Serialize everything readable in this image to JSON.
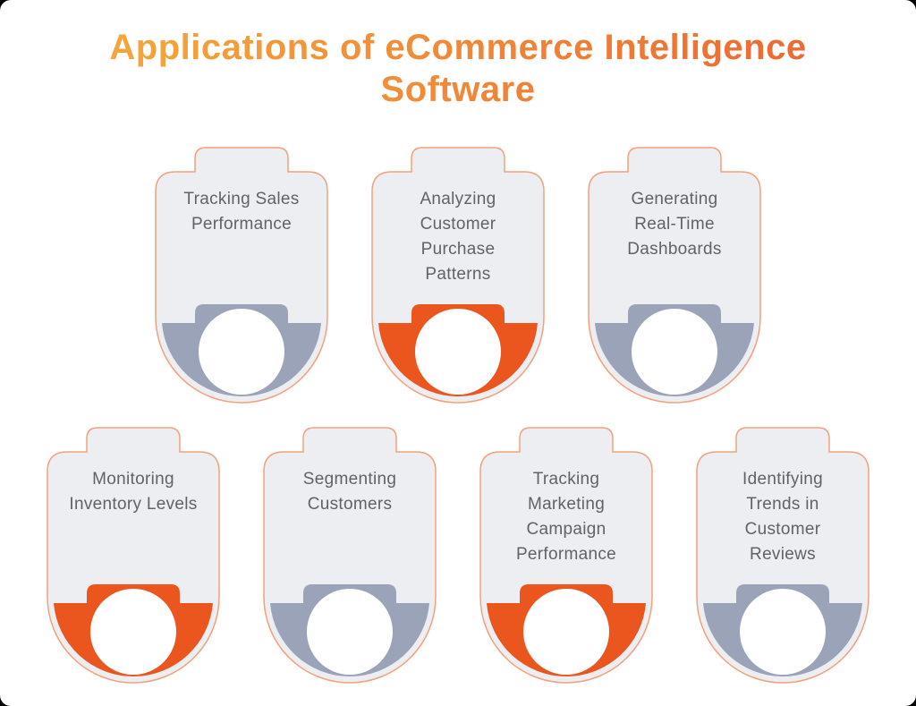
{
  "page": {
    "outer_background": "#000000",
    "canvas_background": "#ffffff"
  },
  "title": {
    "text": "Applications of eCommerce Intelligence Software",
    "gradient_from": "#f5ac3b",
    "gradient_to": "#ec6433"
  },
  "colors": {
    "card_bg": "#edeef2",
    "card_border": "#f1a17d",
    "slate": "#9aa3b8",
    "orange": "#ea561e",
    "icon_orange": "#e4582a",
    "icon_slate": "#9aa2b6",
    "label_text": "#5f6368",
    "icon_circle": "#ffffff"
  },
  "cards": [
    {
      "label": "Tracking Sales Performance",
      "accent": "slate",
      "icon": "bar-chart-icon"
    },
    {
      "label": "Analyzing Customer Purchase Patterns",
      "accent": "orange",
      "icon": "shopping-cart-icon"
    },
    {
      "label": "Generating Real-Time Dashboards",
      "accent": "slate",
      "icon": "dashboard-window-icon"
    },
    {
      "label": "Monitoring Inventory Levels",
      "accent": "orange",
      "icon": "inventory-checklist-icon"
    },
    {
      "label": "Segmenting Customers",
      "accent": "slate",
      "icon": "laptop-customers-icon"
    },
    {
      "label": "Tracking Marketing Campaign Performance",
      "accent": "orange",
      "icon": "campaign-route-icon"
    },
    {
      "label": "Identifying Trends in Customer Reviews",
      "accent": "slate",
      "icon": "review-mail-icon"
    }
  ],
  "rows": {
    "top": [
      0,
      1,
      2
    ],
    "bottom": [
      3,
      4,
      5,
      6
    ]
  }
}
